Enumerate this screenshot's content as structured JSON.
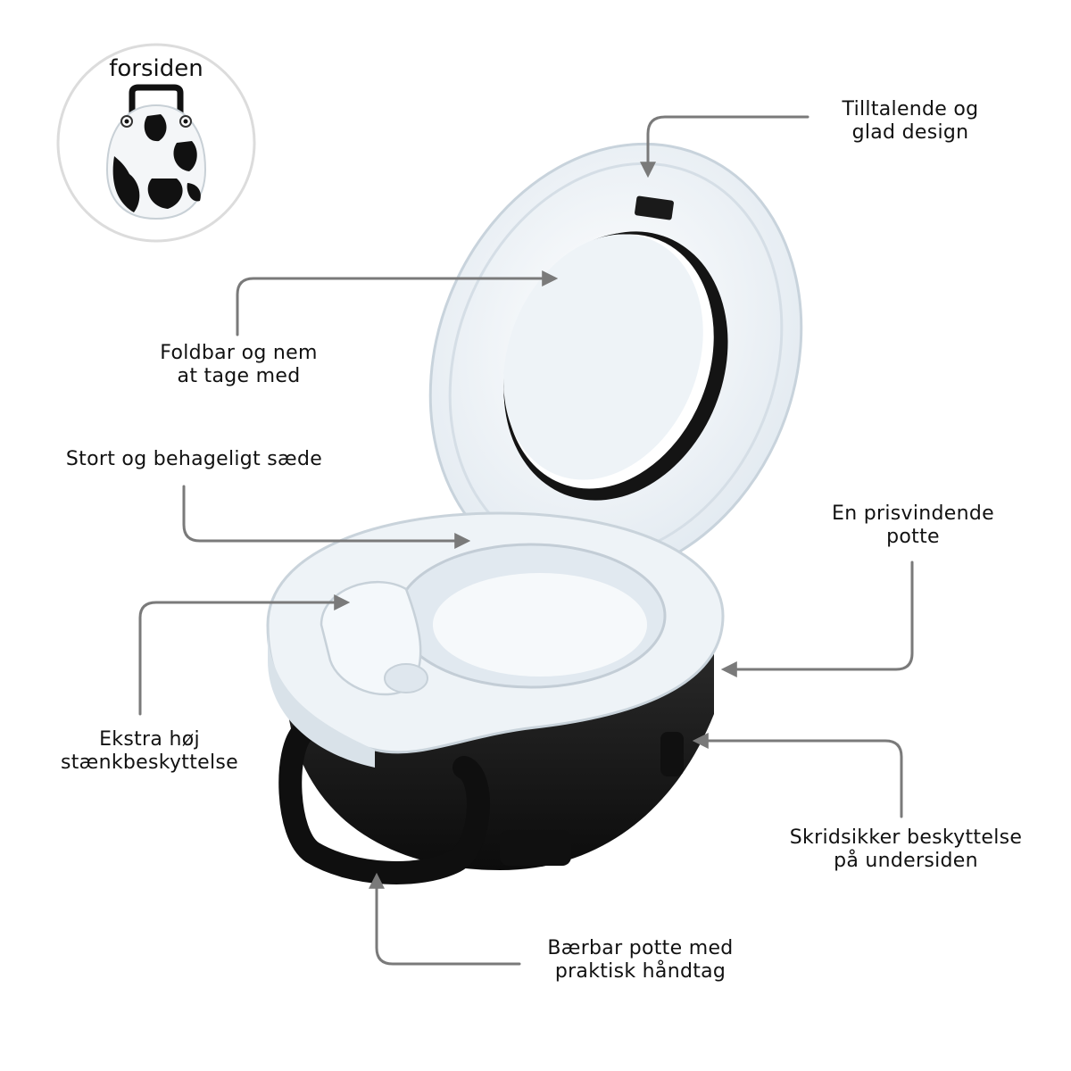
{
  "inset": {
    "label": "forsiden"
  },
  "callouts": {
    "design": {
      "line1": "Tilltalende og",
      "line2": "glad design"
    },
    "foldable": {
      "line1": "Foldbar og nem",
      "line2": "at tage med"
    },
    "seat": {
      "line1": "Stort og behageligt sæde"
    },
    "award": {
      "line1": "En prisvindende",
      "line2": "potte"
    },
    "splash": {
      "line1": "Ekstra høj",
      "line2": "stænkbeskyttelse"
    },
    "nonslip": {
      "line1": "Skridsikker beskyttelse",
      "line2": "på undersiden"
    },
    "handle": {
      "line1": "Bærbar potte med",
      "line2": "praktisk håndtag"
    }
  },
  "colors": {
    "connector": "#7a7a7a",
    "potty_white": "#eef3f7",
    "potty_shadow": "#cfd9e1",
    "potty_black": "#141414",
    "inset_border": "#dcdcdc"
  }
}
